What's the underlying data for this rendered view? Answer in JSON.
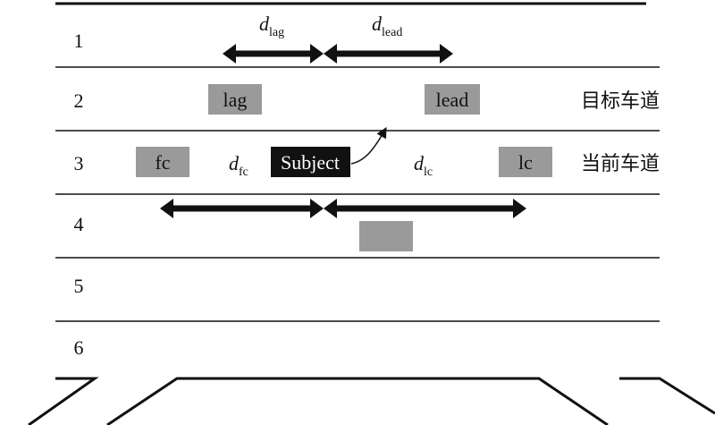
{
  "lanes": {
    "numbers": [
      "1",
      "2",
      "3",
      "4",
      "5",
      "6"
    ],
    "target_lane_label": "目标车道",
    "current_lane_label": "当前车道"
  },
  "vehicles": {
    "lag": "lag",
    "lead": "lead",
    "fc": "fc",
    "lc": "lc",
    "subject": "Subject"
  },
  "distances": {
    "lag": {
      "symbol": "d",
      "subscript": "lag"
    },
    "lead": {
      "symbol": "d",
      "subscript": "lead"
    },
    "fc": {
      "symbol": "d",
      "subscript": "fc"
    },
    "lc": {
      "symbol": "d",
      "subscript": "lc"
    }
  },
  "colors": {
    "vehicle_fill": "#9a9a9a",
    "subject_fill": "#111111",
    "line": "#111111"
  }
}
